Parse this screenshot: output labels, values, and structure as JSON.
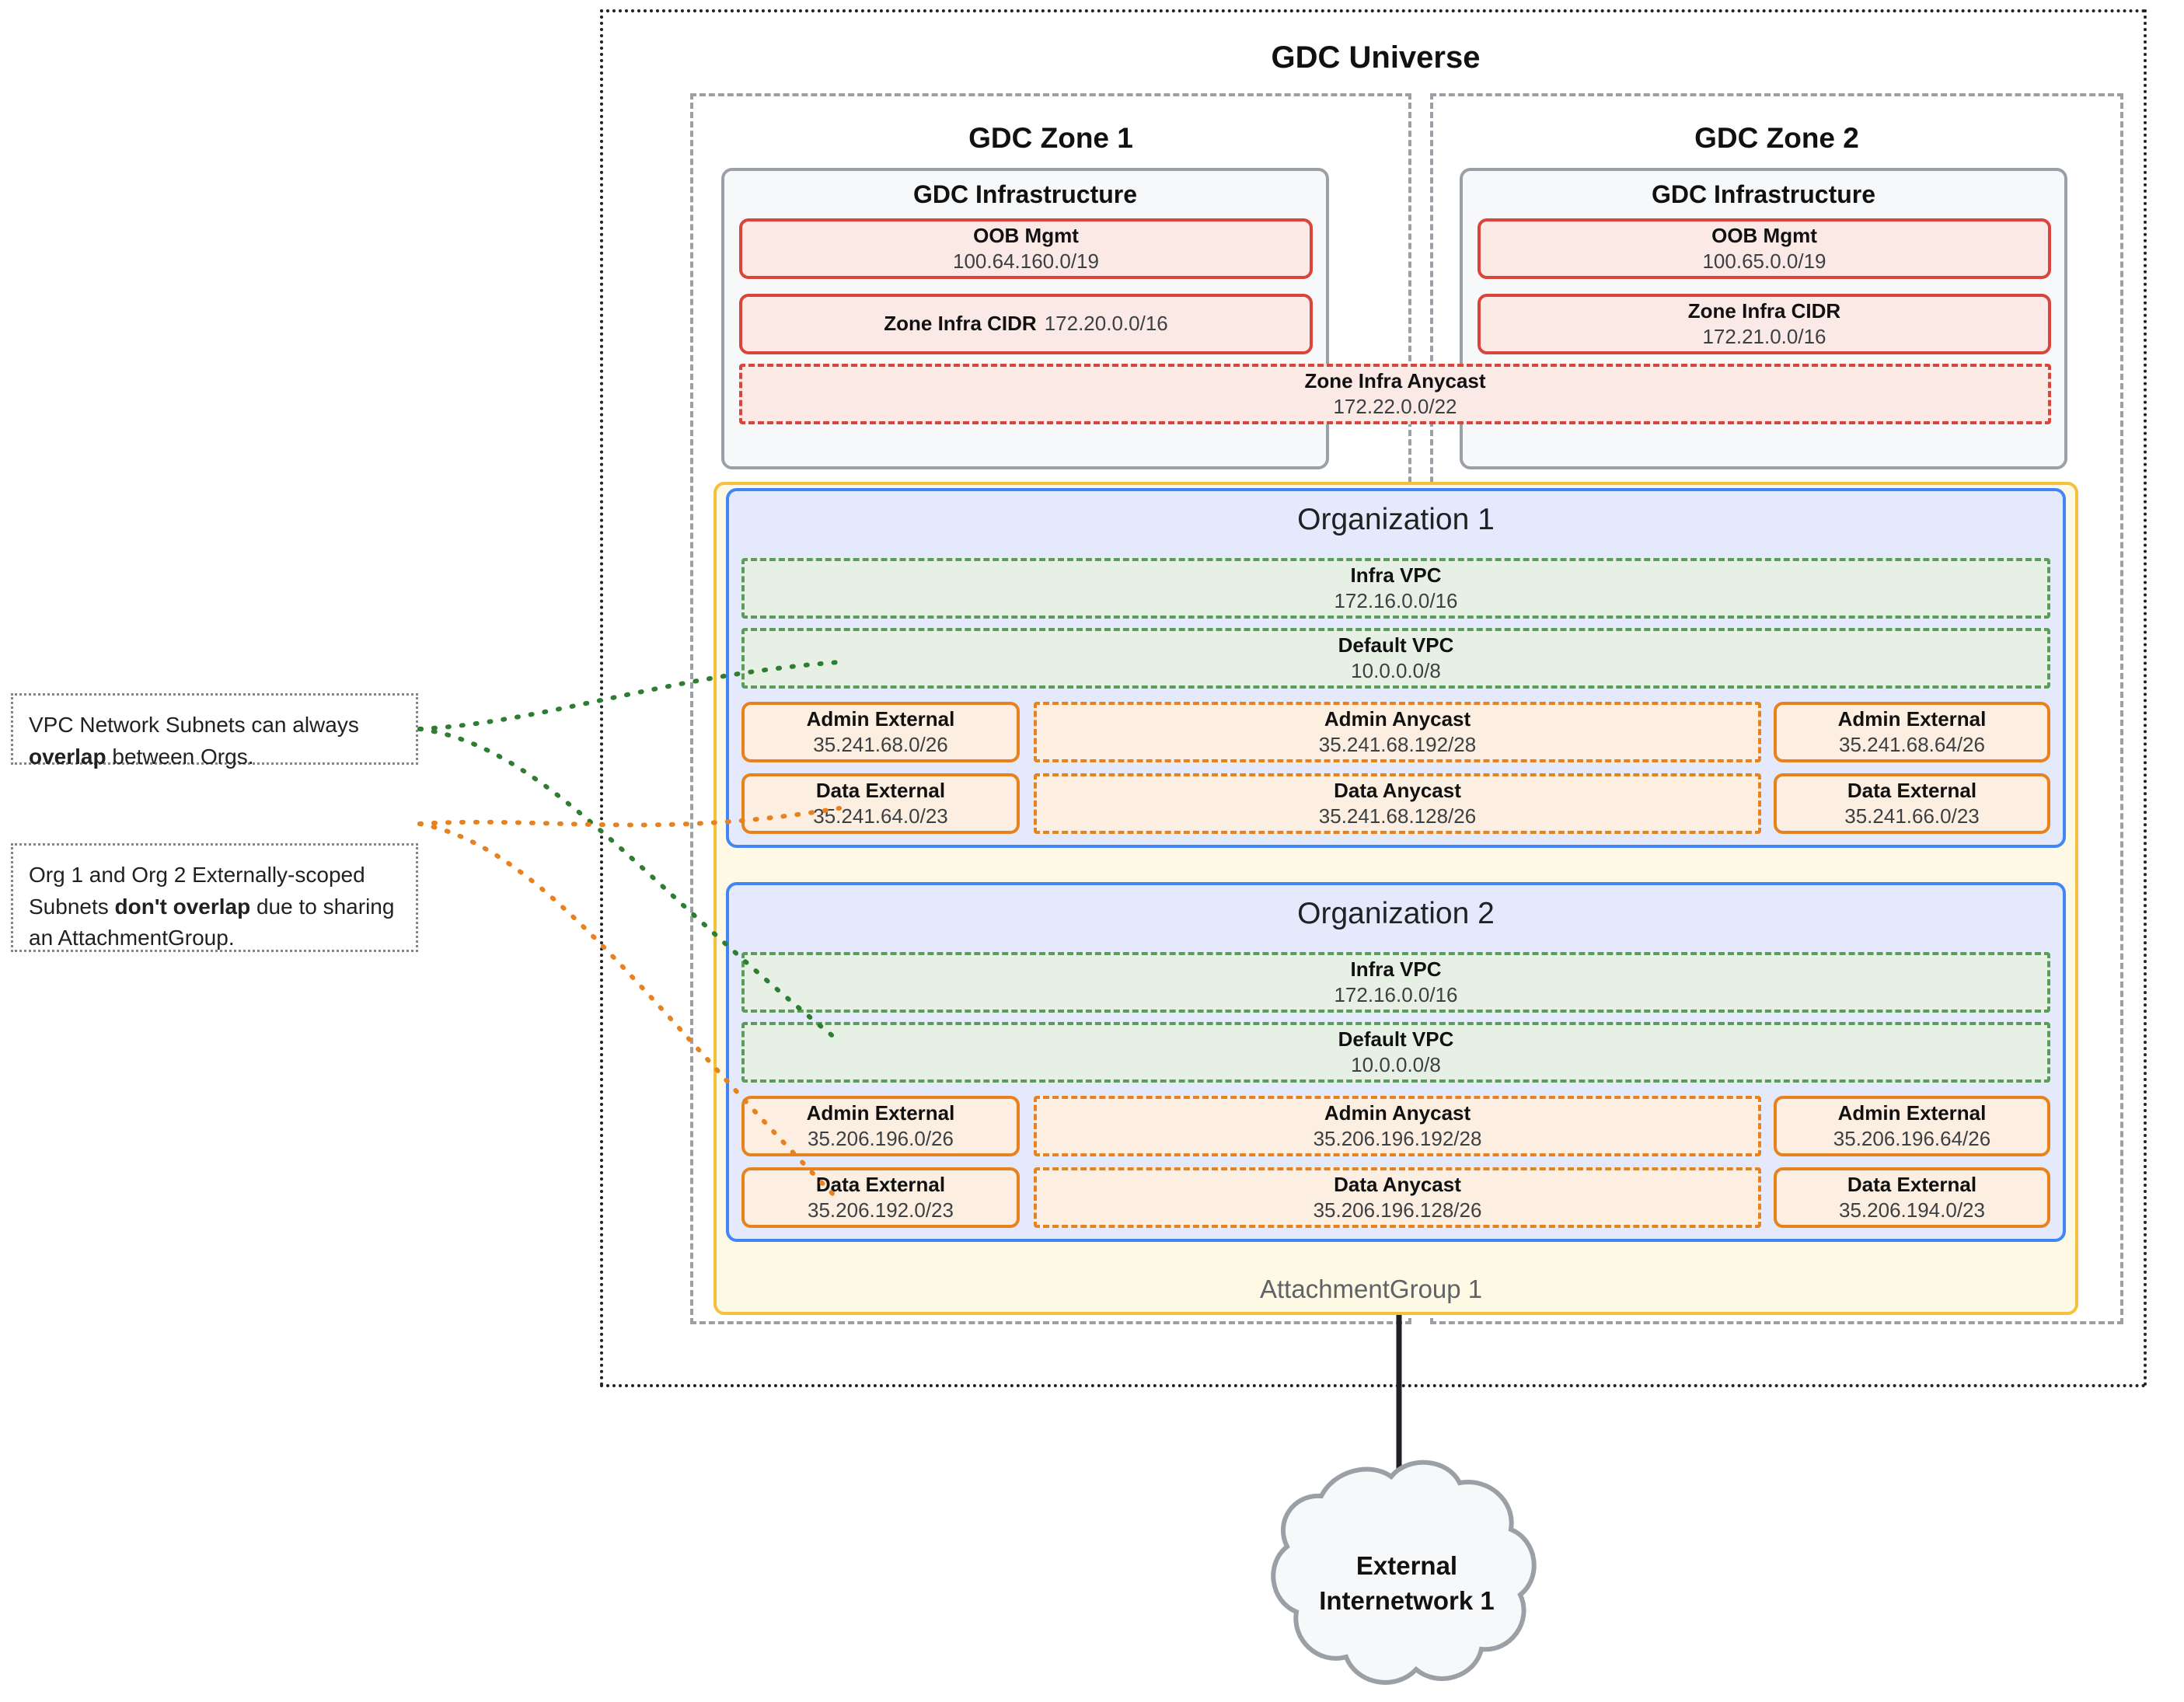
{
  "universe": {
    "title": "GDC Universe"
  },
  "zones": [
    {
      "title": "GDC Zone 1",
      "infrastructure": {
        "title": "GDC Infrastructure",
        "oob": {
          "label": "OOB Mgmt",
          "cidr": "100.64.160.0/19"
        },
        "zone_infra_cidr": {
          "label": "Zone Infra CIDR",
          "cidr": "172.20.0.0/16",
          "inline": true
        }
      }
    },
    {
      "title": "GDC Zone 2",
      "infrastructure": {
        "title": "GDC Infrastructure",
        "oob": {
          "label": "OOB Mgmt",
          "cidr": "100.65.0.0/19"
        },
        "zone_infra_cidr": {
          "label": "Zone Infra CIDR",
          "cidr": "172.21.0.0/16",
          "inline": false
        }
      }
    }
  ],
  "zone_infra_anycast": {
    "label": "Zone Infra Anycast",
    "cidr": "172.22.0.0/22"
  },
  "attachment_group": {
    "label": "AttachmentGroup 1"
  },
  "organizations": [
    {
      "title": "Organization 1",
      "vpcs": [
        {
          "label": "Infra VPC",
          "cidr": "172.16.0.0/16"
        },
        {
          "label": "Default VPC",
          "cidr": "10.0.0.0/8"
        }
      ],
      "subnets": {
        "admin_left": {
          "label": "Admin External",
          "cidr": "35.241.68.0/26"
        },
        "admin_center": {
          "label": "Admin Anycast",
          "cidr": "35.241.68.192/28"
        },
        "admin_right": {
          "label": "Admin External",
          "cidr": "35.241.68.64/26"
        },
        "data_left": {
          "label": "Data External",
          "cidr": "35.241.64.0/23"
        },
        "data_center": {
          "label": "Data Anycast",
          "cidr": "35.241.68.128/26"
        },
        "data_right": {
          "label": "Data External",
          "cidr": "35.241.66.0/23"
        }
      }
    },
    {
      "title": "Organization 2",
      "vpcs": [
        {
          "label": "Infra VPC",
          "cidr": "172.16.0.0/16"
        },
        {
          "label": "Default VPC",
          "cidr": "10.0.0.0/8"
        }
      ],
      "subnets": {
        "admin_left": {
          "label": "Admin External",
          "cidr": "35.206.196.0/26"
        },
        "admin_center": {
          "label": "Admin Anycast",
          "cidr": "35.206.196.192/28"
        },
        "admin_right": {
          "label": "Admin External",
          "cidr": "35.206.196.64/26"
        },
        "data_left": {
          "label": "Data External",
          "cidr": "35.206.192.0/23"
        },
        "data_center": {
          "label": "Data Anycast",
          "cidr": "35.206.196.128/26"
        },
        "data_right": {
          "label": "Data External",
          "cidr": "35.206.194.0/23"
        }
      }
    }
  ],
  "callouts": [
    {
      "id": "overlap-note",
      "text_parts": {
        "a": "VPC Network Subnets can always ",
        "b": "overlap",
        "c": " between Orgs."
      },
      "connector_color": "#2e7d32"
    },
    {
      "id": "no-overlap-note",
      "text_parts": {
        "a": "Org 1 and Org 2 Externally-scoped Subnets ",
        "b": "don't overlap",
        "c": " due to sharing an AttachmentGroup."
      },
      "connector_color": "#e8821e"
    }
  ],
  "external_network": {
    "line1": "External",
    "line2": "Internetwork 1"
  },
  "colors": {
    "red_border": "#d9453a",
    "red_fill": "#fae9e5",
    "green_border": "#5a9c5a",
    "green_fill": "#e7f0e5",
    "orange_border": "#e8821e",
    "orange_fill": "#fceee0",
    "blue_border": "#4285f4",
    "blue_fill": "#e4eafb",
    "yellow_border": "#f5c13c",
    "yellow_fill": "#fdf9e4",
    "gray_border": "#9aa0a6",
    "gray_fill": "#f6f8fa"
  }
}
